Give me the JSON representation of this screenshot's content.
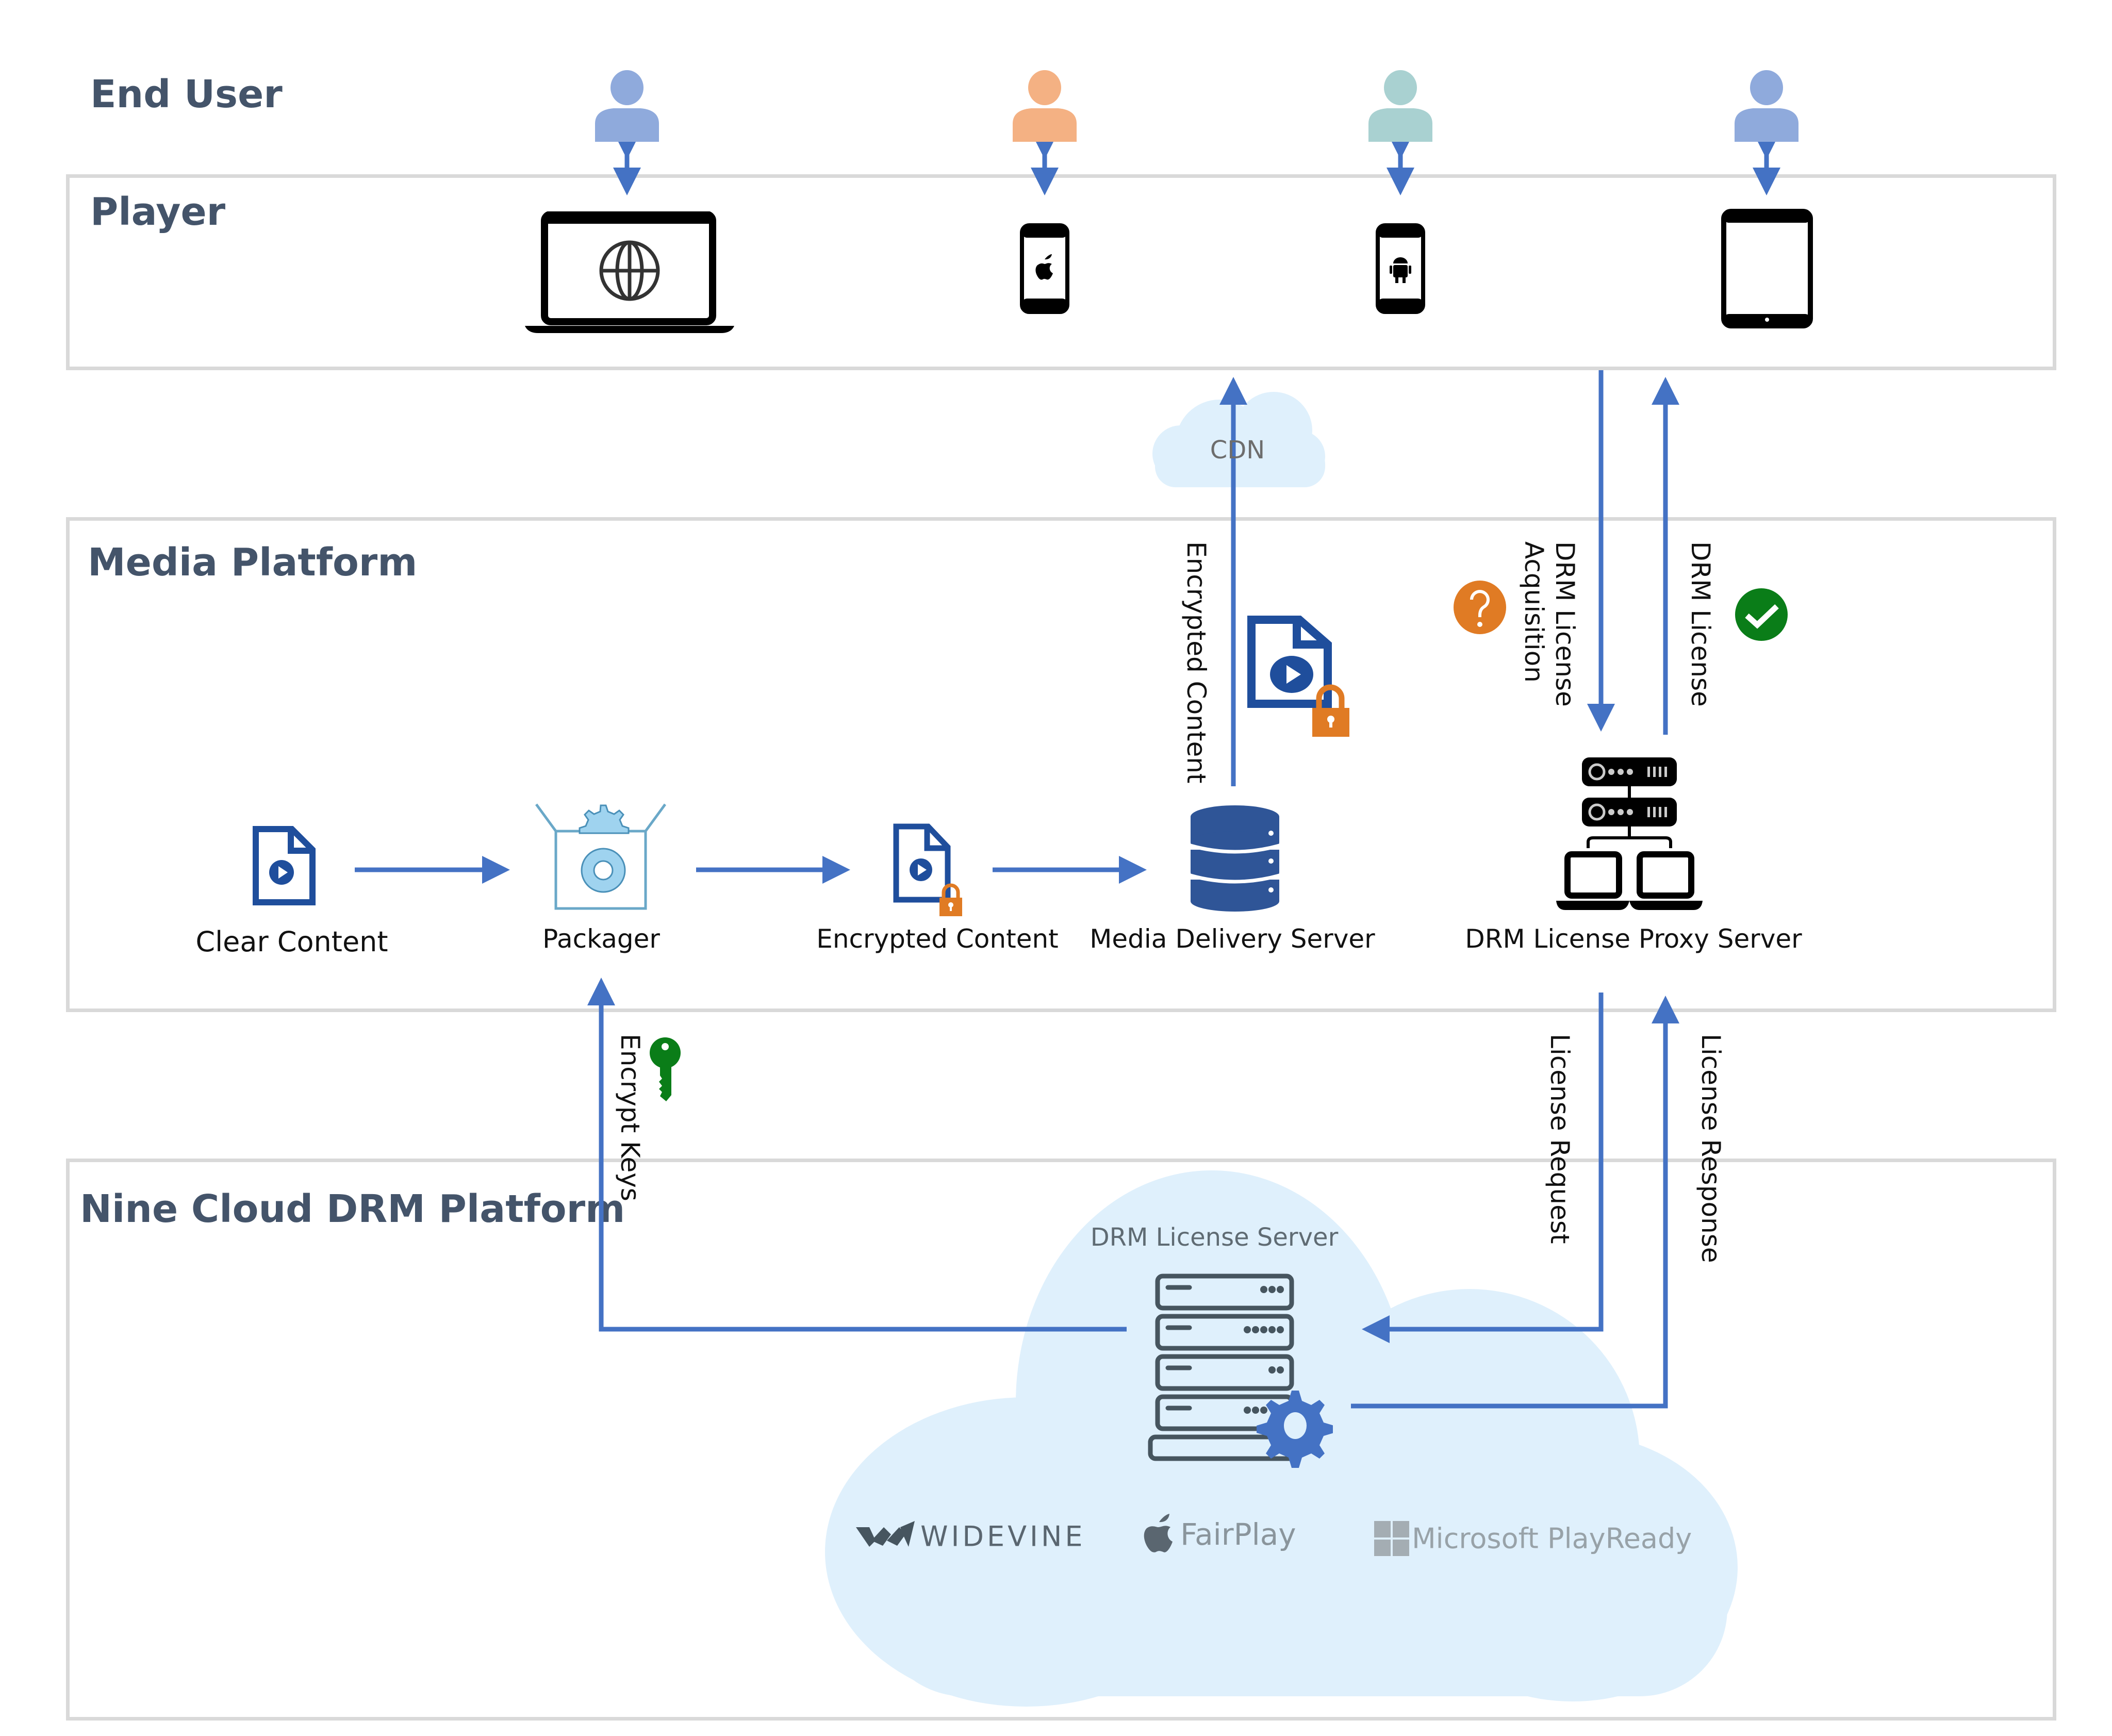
{
  "lanes": {
    "end_user": "End User",
    "player": "Player",
    "media_platform": "Media Platform",
    "drm_platform": "Nine Cloud DRM Platform"
  },
  "end_users": [
    {
      "icon": "user-icon",
      "color": "#8faadc"
    },
    {
      "icon": "user-icon",
      "color": "#f4b183"
    },
    {
      "icon": "user-icon",
      "color": "#a9d1d1"
    },
    {
      "icon": "user-icon",
      "color": "#8faadc"
    }
  ],
  "players": [
    {
      "icon": "laptop-browser-icon"
    },
    {
      "icon": "iphone-icon"
    },
    {
      "icon": "android-phone-icon"
    },
    {
      "icon": "tablet-icon"
    }
  ],
  "cdn": {
    "label": "CDN"
  },
  "media_nodes": {
    "clear_content": "Clear Content",
    "packager": "Packager",
    "encrypted_content": "Encrypted Content",
    "media_delivery_server": "Media Delivery Server",
    "drm_license_proxy_server": "DRM License Proxy Server"
  },
  "flow_labels": {
    "encrypted_content": "Encrypted Content",
    "drm_license_acquisition": "DRM License Acquisition",
    "drm_license_acquisition_line1": "DRM License",
    "drm_license_acquisition_line2": "Acquisition",
    "drm_license": "DRM License",
    "encrypt_keys": "Encrypt Keys",
    "license_request": "License Request",
    "license_response": "License Response"
  },
  "drm_server": {
    "label": "DRM License Server",
    "drm_systems": [
      "WIDEVINE",
      "FairPlay",
      "Microsoft PlayReady"
    ]
  },
  "colors": {
    "arrow": "#4472c4",
    "lane_border": "#d9d9d9",
    "title": "#44546a",
    "cloud": "#dff0fc",
    "question": "#e07b24",
    "check": "#0a7d18",
    "key": "#0a7d18",
    "lock": "#e07b24",
    "doc_blue": "#1f4e9c"
  }
}
